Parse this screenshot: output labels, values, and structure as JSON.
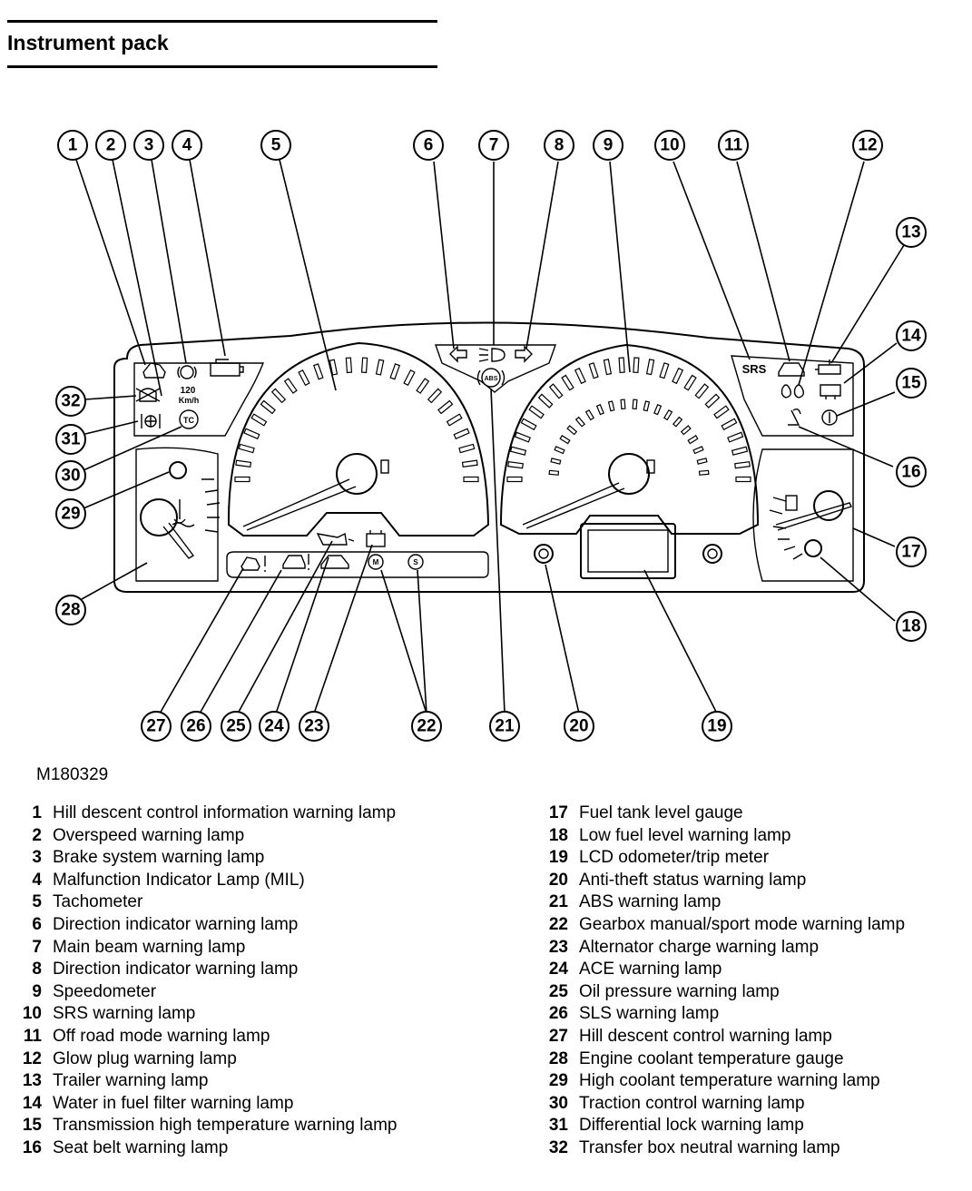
{
  "title": "Instrument pack",
  "figure_code": "M180329",
  "lamp_text": {
    "srs": "SRS",
    "overspeed_value": "120",
    "overspeed_unit": "Km/h",
    "traction": "TC",
    "abs": "ABS",
    "manual": "M",
    "sport": "S"
  },
  "legend": [
    {
      "num": "1",
      "label": "Hill descent control information warning lamp"
    },
    {
      "num": "2",
      "label": "Overspeed warning lamp"
    },
    {
      "num": "3",
      "label": "Brake system warning lamp"
    },
    {
      "num": "4",
      "label": "Malfunction Indicator Lamp (MIL)"
    },
    {
      "num": "5",
      "label": "Tachometer"
    },
    {
      "num": "6",
      "label": "Direction indicator warning lamp"
    },
    {
      "num": "7",
      "label": "Main beam warning lamp"
    },
    {
      "num": "8",
      "label": "Direction indicator warning lamp"
    },
    {
      "num": "9",
      "label": "Speedometer"
    },
    {
      "num": "10",
      "label": "SRS warning lamp"
    },
    {
      "num": "11",
      "label": "Off road mode warning lamp"
    },
    {
      "num": "12",
      "label": "Glow plug warning lamp"
    },
    {
      "num": "13",
      "label": "Trailer warning lamp"
    },
    {
      "num": "14",
      "label": "Water in fuel filter warning lamp"
    },
    {
      "num": "15",
      "label": "Transmission high temperature warning lamp"
    },
    {
      "num": "16",
      "label": "Seat belt warning lamp"
    },
    {
      "num": "17",
      "label": "Fuel tank level gauge"
    },
    {
      "num": "18",
      "label": "Low fuel level warning lamp"
    },
    {
      "num": "19",
      "label": "LCD odometer/trip meter"
    },
    {
      "num": "20",
      "label": "Anti-theft status warning lamp"
    },
    {
      "num": "21",
      "label": "ABS warning lamp"
    },
    {
      "num": "22",
      "label": "Gearbox manual/sport mode warning lamp"
    },
    {
      "num": "23",
      "label": "Alternator charge warning lamp"
    },
    {
      "num": "24",
      "label": "ACE warning lamp"
    },
    {
      "num": "25",
      "label": "Oil pressure warning lamp"
    },
    {
      "num": "26",
      "label": "SLS warning lamp"
    },
    {
      "num": "27",
      "label": "Hill descent control warning lamp"
    },
    {
      "num": "28",
      "label": "Engine coolant temperature gauge"
    },
    {
      "num": "29",
      "label": "High coolant temperature warning lamp"
    },
    {
      "num": "30",
      "label": "Traction control warning lamp"
    },
    {
      "num": "31",
      "label": "Differential lock warning lamp"
    },
    {
      "num": "32",
      "label": "Transfer box neutral warning lamp"
    }
  ]
}
